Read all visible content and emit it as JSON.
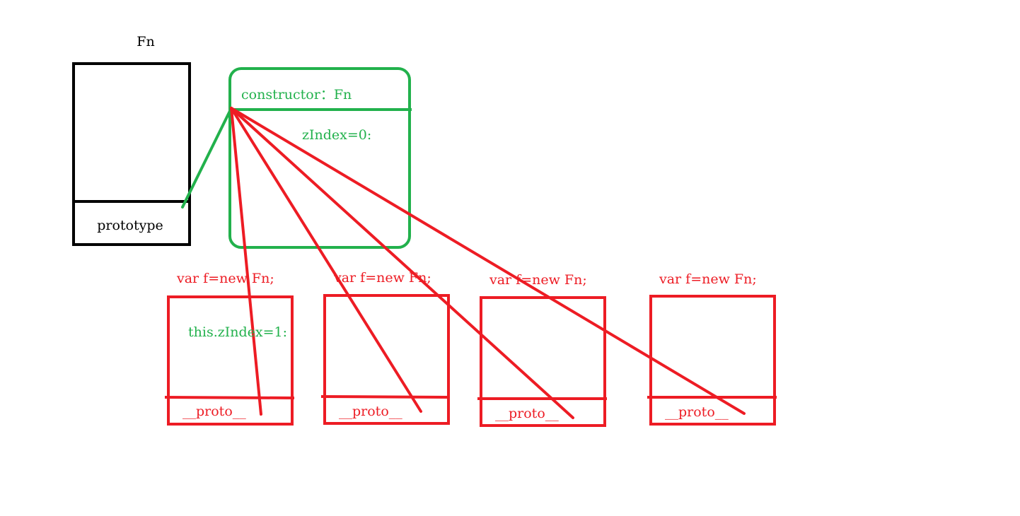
{
  "colors": {
    "black": "#000000",
    "green": "#22b14c",
    "red": "#ed1c24"
  },
  "fn": {
    "title": "Fn",
    "prototype_label": "prototype"
  },
  "prototype_object": {
    "constructor_label": "constructor：Fn",
    "zindex_label": "zIndex=0:"
  },
  "instances": [
    {
      "declaration": "var f=new Fn;",
      "proto_label": "__proto__",
      "own_property": "this.zIndex=1:"
    },
    {
      "declaration": "var f=new Fn;",
      "proto_label": "__proto__"
    },
    {
      "declaration": "var f=new Fn;",
      "proto_label": "__proto__"
    },
    {
      "declaration": "var f=new Fn;",
      "proto_label": "__proto__"
    }
  ]
}
